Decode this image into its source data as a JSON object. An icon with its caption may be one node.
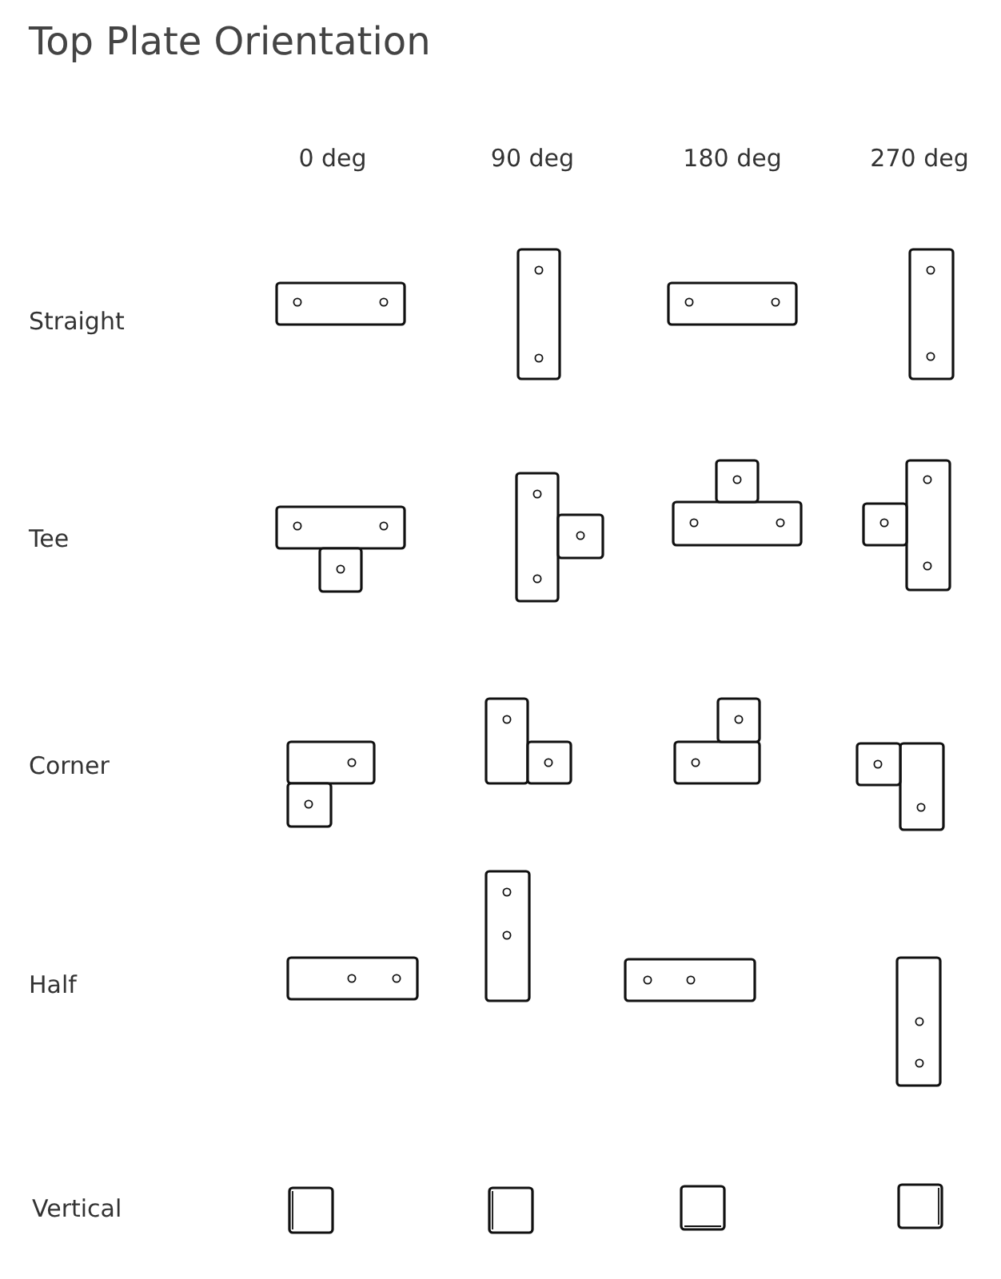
{
  "diagram": {
    "title": "Top Plate Orientation",
    "labels": [
      "0 deg",
      "90 deg",
      "180 deg",
      "270 deg",
      "Straight",
      "Tee",
      "Corner",
      "Half",
      "Vertical"
    ]
  }
}
